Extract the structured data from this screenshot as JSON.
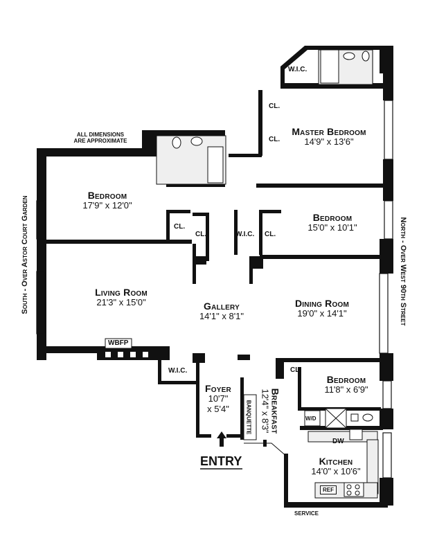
{
  "note": {
    "line1": "ALL DIMENSIONS",
    "line2": "ARE APPROXIMATE"
  },
  "compass": {
    "south": "South - Over Astor Court Garden",
    "north": "North - Over West 90th Street"
  },
  "rooms": {
    "master_bedroom": {
      "name": "Master Bedroom",
      "dims": "14'9\"  x  13'6\""
    },
    "bedroom_west": {
      "name": "Bedroom",
      "dims": "17'9\" x 12'0\""
    },
    "bedroom_east": {
      "name": "Bedroom",
      "dims": "15'0\" x 10'1\""
    },
    "living_room": {
      "name": "Living Room",
      "dims": "21'3\" x 15'0\""
    },
    "gallery": {
      "name": "Gallery",
      "dims": "14'1\" x 8'1\""
    },
    "dining_room": {
      "name": "Dining Room",
      "dims": "19'0\" x 14'1\""
    },
    "foyer": {
      "name": "Foyer",
      "dims1": "10'7\"",
      "dims2": "x 5'4\""
    },
    "breakfast": {
      "name": "Breakfast",
      "dims": "12'4\" x 8'3\""
    },
    "bedroom_small": {
      "name": "Bedroom",
      "dims": "11'8\" x 6'9\""
    },
    "kitchen": {
      "name": "Kitchen",
      "dims": "14'0\" x 10'6\""
    }
  },
  "labels": {
    "wic_top": "W.I.C.",
    "cl_master_1": "CL.",
    "cl_master_2": "CL.",
    "cl_bed_1": "CL.",
    "cl_bed_2": "CL.",
    "wic_mid": "W.I.C.",
    "cl_mid": "CL.",
    "wbfp": "WBFP",
    "wic_foyer": "W.I.C.",
    "cl_small": "CL.",
    "wd": "W/D",
    "banquette": "BANQUETTE",
    "dw": "DW",
    "ref": "REF",
    "service": "SERVICE",
    "entry": "ENTRY"
  }
}
